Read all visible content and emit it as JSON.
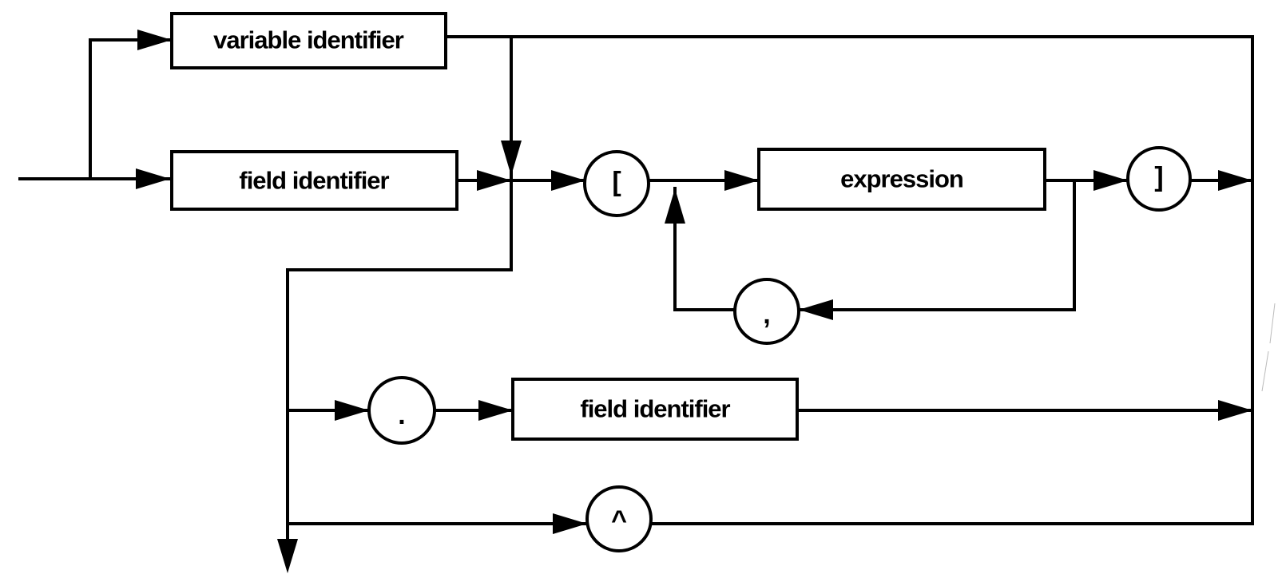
{
  "diagram": {
    "boxes": {
      "variable_identifier": "variable identifier",
      "field_identifier_top": "field identifier",
      "expression": "expression",
      "field_identifier_bottom": "field identifier"
    },
    "symbols": {
      "open_bracket": "[",
      "close_bracket": "]",
      "comma": ",",
      "period": ".",
      "caret": "^"
    }
  }
}
